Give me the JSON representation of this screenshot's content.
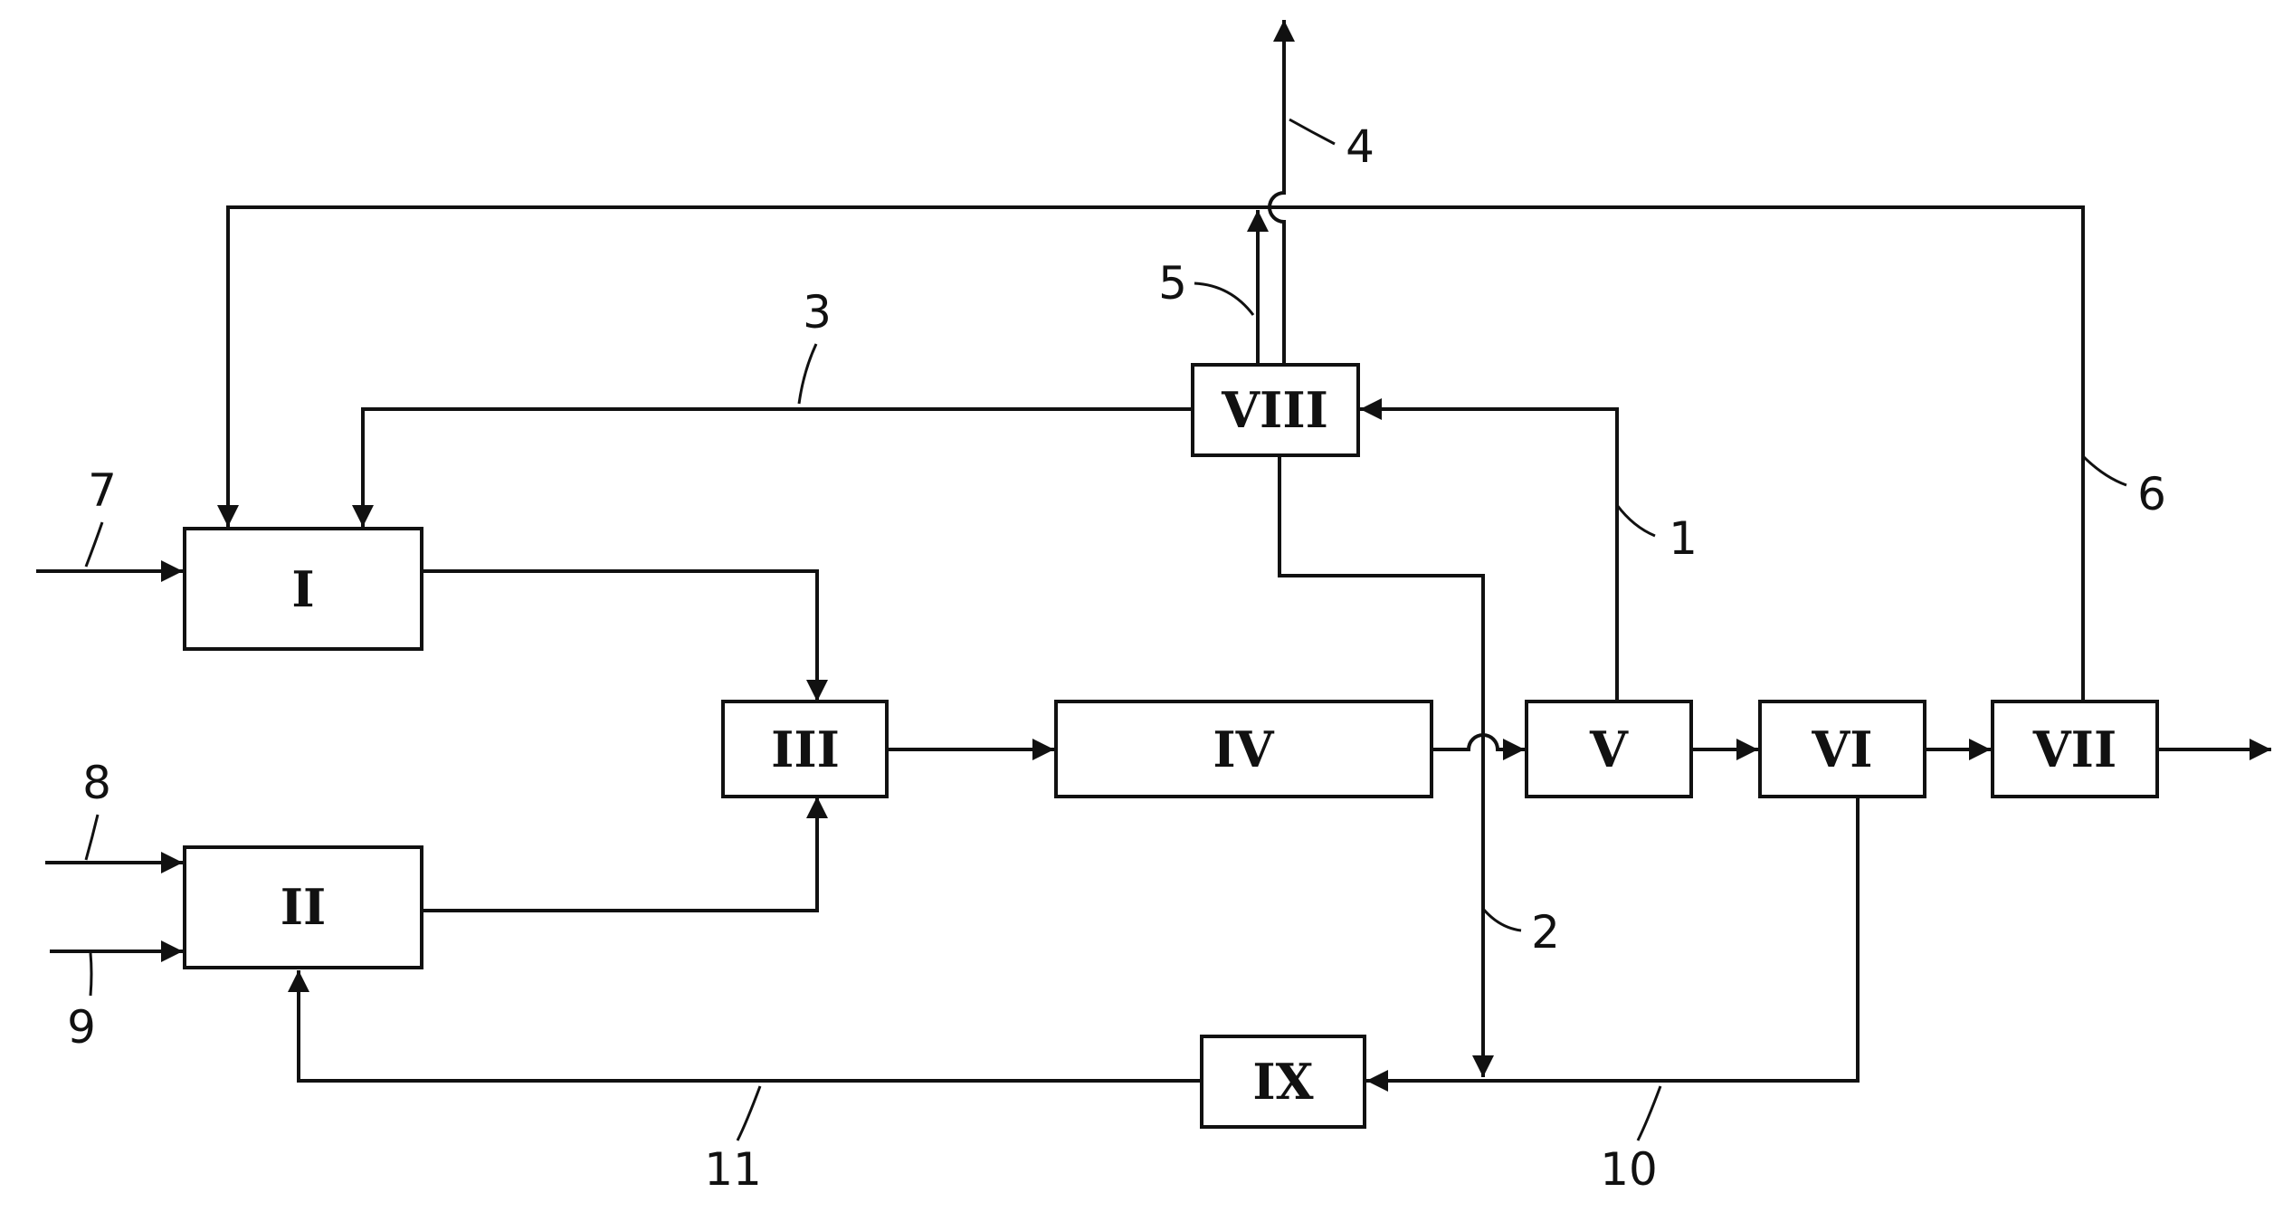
{
  "blocks": {
    "i": "I",
    "ii": "II",
    "iii": "III",
    "iv": "IV",
    "v": "V",
    "vi": "VI",
    "vii": "VII",
    "viii": "VIII",
    "ix": "IX"
  },
  "streams": {
    "s1": "1",
    "s2": "2",
    "s3": "3",
    "s4": "4",
    "s5": "5",
    "s6": "6",
    "s7": "7",
    "s8": "8",
    "s9": "9",
    "s10": "10",
    "s11": "11"
  }
}
